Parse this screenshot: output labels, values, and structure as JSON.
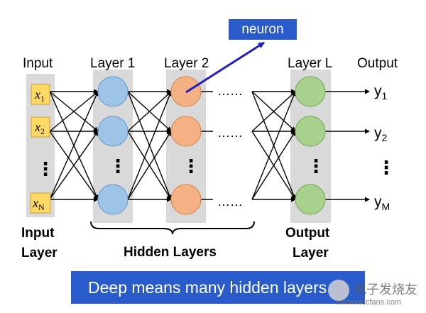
{
  "callout": {
    "label": "neuron"
  },
  "column_headers": {
    "input": "Input",
    "layer1": "Layer 1",
    "layer2": "Layer 2",
    "layerL": "Layer L",
    "output": "Output"
  },
  "inputs": {
    "x1": {
      "base": "x",
      "sub": "1"
    },
    "x2": {
      "base": "x",
      "sub": "2"
    },
    "xN": {
      "base": "x",
      "sub": "N"
    }
  },
  "outputs": {
    "y1": {
      "base": "y",
      "sub": "1"
    },
    "y2": {
      "base": "y",
      "sub": "2"
    },
    "yM": {
      "base": "y",
      "sub": "M"
    }
  },
  "bottom_labels": {
    "input_line1": "Input",
    "input_line2": "Layer",
    "hidden": "Hidden Layers",
    "output_line1": "Output",
    "output_line2": "Layer"
  },
  "ellipsis": {
    "horizontal": "……",
    "vertical": "⋮"
  },
  "banner": {
    "text": "Deep means many hidden layers"
  },
  "watermark": {
    "text": "电子发烧友",
    "url": "www.elecfans.com"
  },
  "colors": {
    "accent": "#2a5bcb",
    "column_bg": "#d9d9d9",
    "layer1_node": "#9dc3e6",
    "layer2_node": "#f4b183",
    "layerL_node": "#a9d18e",
    "input_box": "#ffd966",
    "arrow": "#000000",
    "callout_arrow": "#1f1fbf"
  }
}
